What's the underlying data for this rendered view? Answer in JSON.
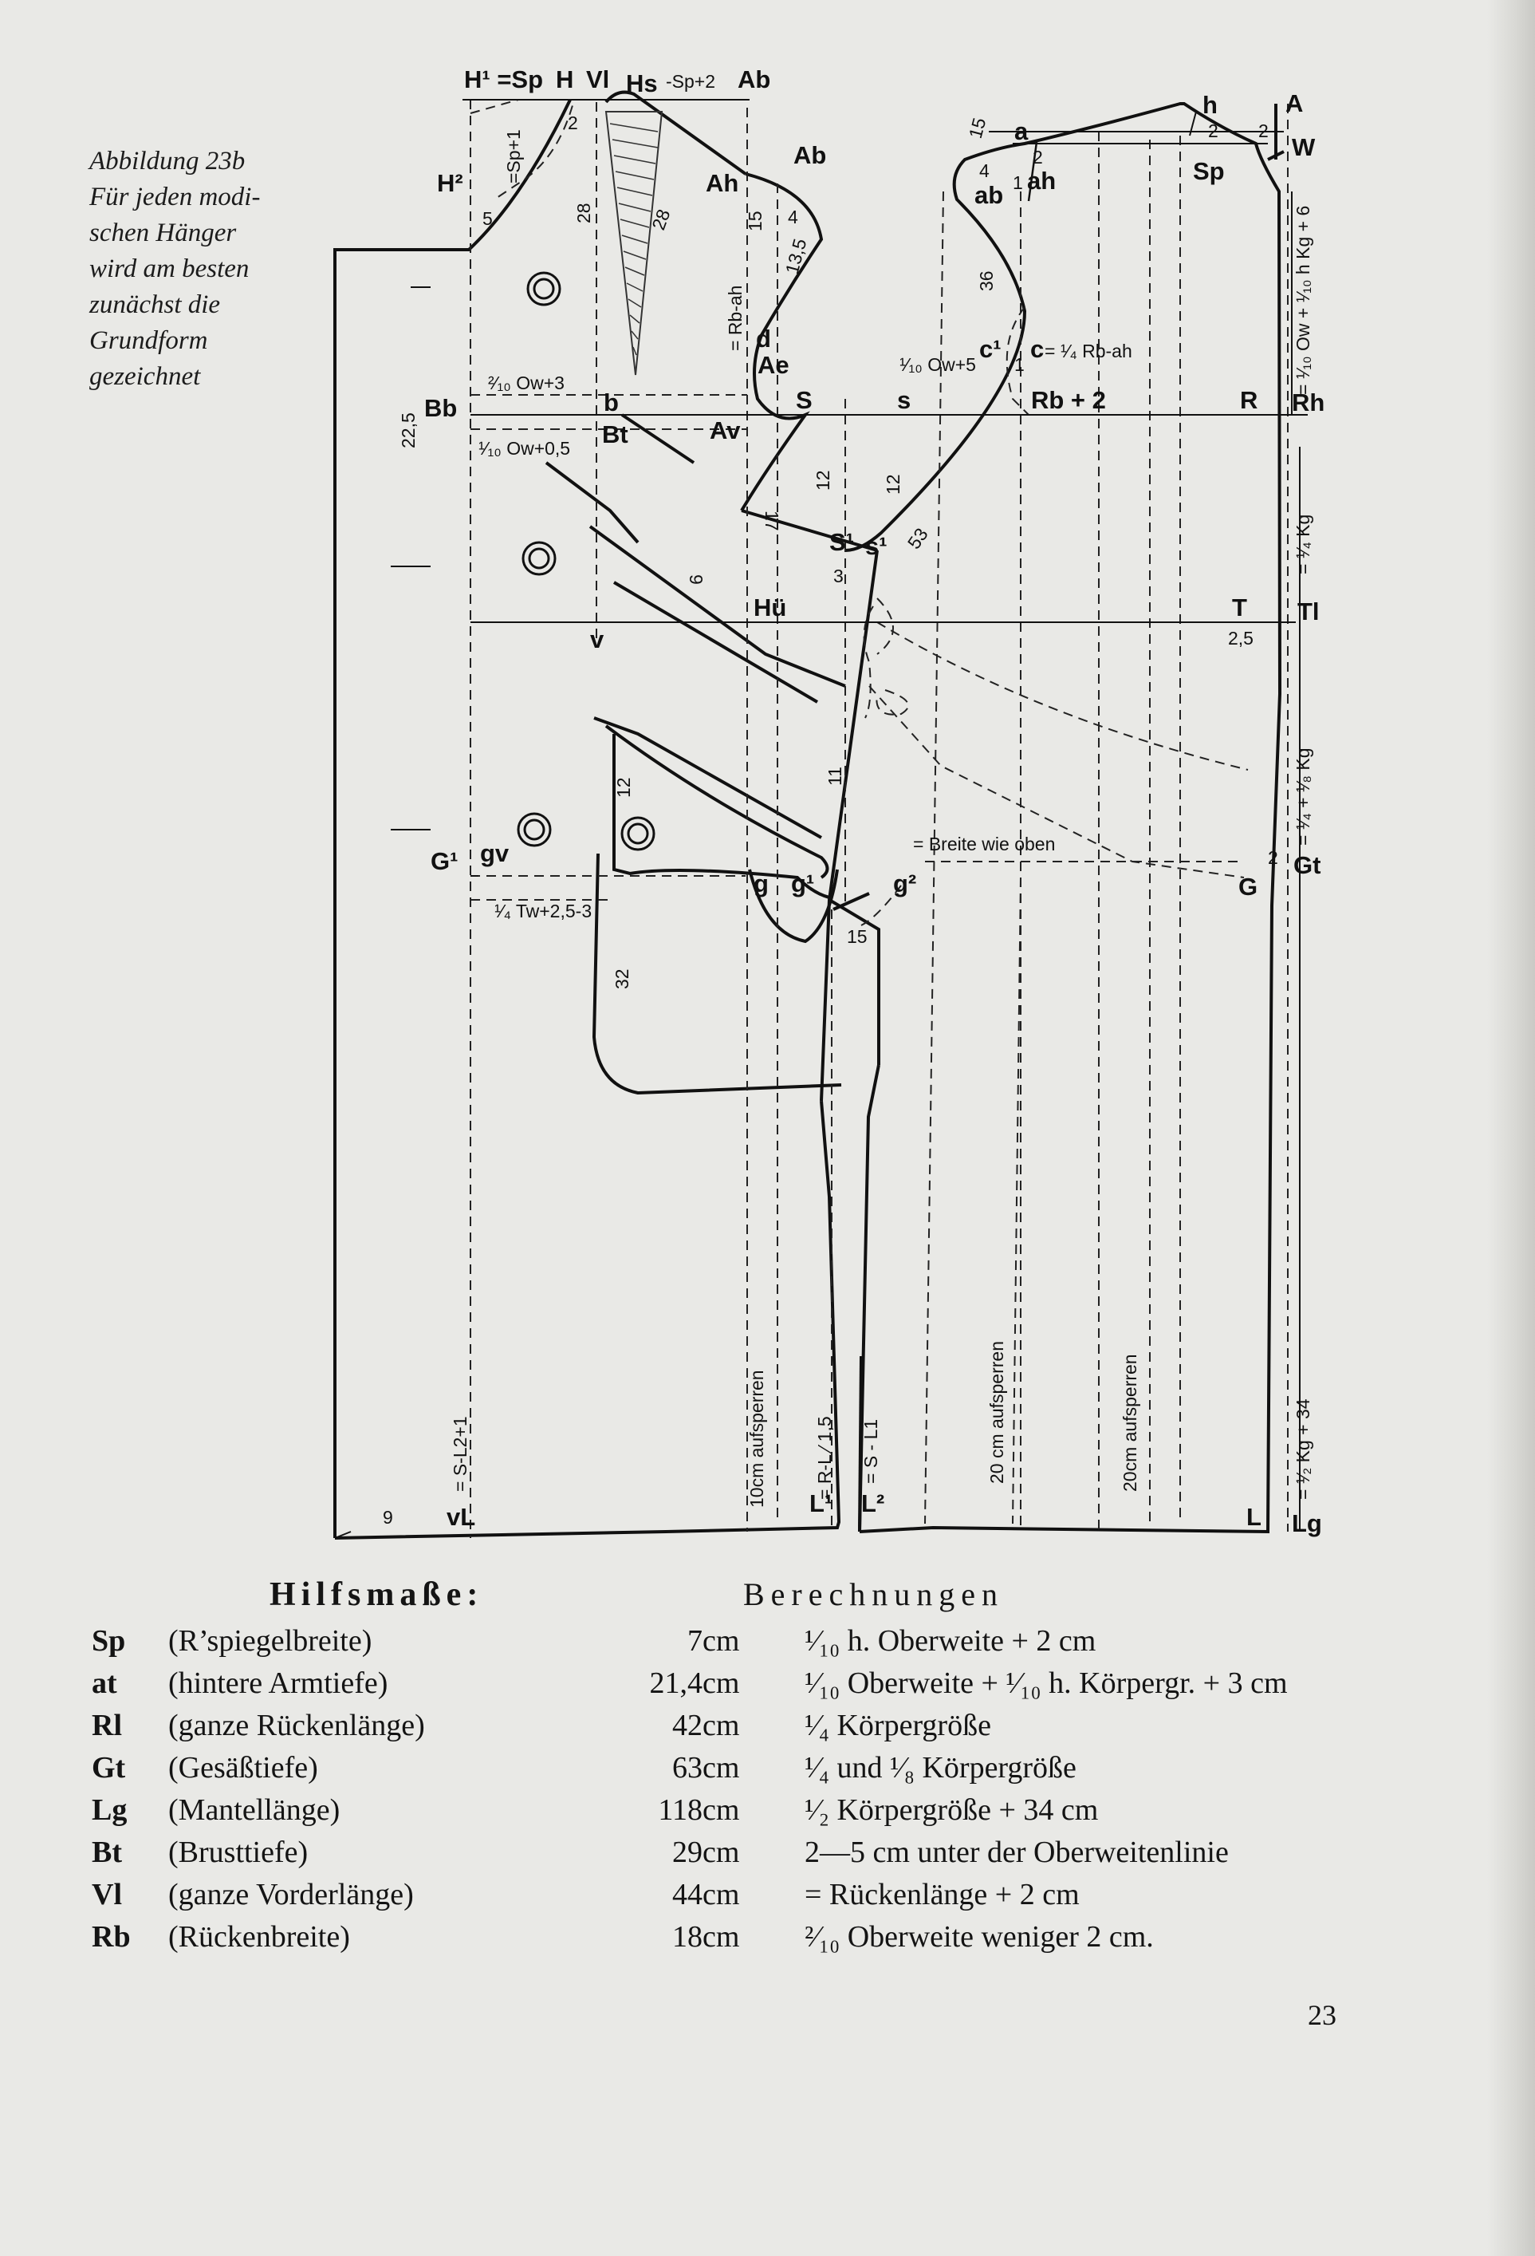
{
  "caption": {
    "title": "Abbildung 23b",
    "lines": [
      "Für jeden modi-",
      "schen Hänger",
      "wird am besten",
      "zunächst die",
      "Grundform",
      "gezeichnet"
    ]
  },
  "pattern_labels": {
    "H1": "H¹ =Sp",
    "H": "H",
    "Vl": "Vl",
    "Hs": "Hs",
    "hs_formula": "-Sp+2",
    "Ab_top": "Ab",
    "Ab": "Ab",
    "Ah": "Ah",
    "H2": "H²",
    "sp1": "=Sp+1",
    "n5": "5",
    "n2": "2",
    "n28a": "28",
    "n28b": "28",
    "n15": "15",
    "n4": "4",
    "n135": "13,5",
    "rb_ah": "= Rb-ah",
    "d": "d",
    "Ae": "Ae",
    "S": "S",
    "s": "s",
    "ow10_5": "¹⁄₁₀ Ow+5",
    "c1": "c¹",
    "c": "c",
    "c_formula": "= ¹⁄₄ Rb-ah",
    "n36": "36",
    "n15b": "15",
    "a": "a",
    "ab": "ab",
    "ah": "ah",
    "n4b": "4",
    "n2b": "2",
    "n1": "1",
    "n1b": "1",
    "h": "h",
    "A": "A",
    "W": "W",
    "Sp": "Sp",
    "n2c": "2",
    "n2d": "2",
    "w_formula": "= ¹⁄₁₀ Ow + ¹⁄₁₀ h Kg + 6",
    "R": "R",
    "Rh": "Rh",
    "Rb2": "Rb + 2",
    "Bb": "Bb",
    "b": "b",
    "Bt": "Bt",
    "Av": "Av",
    "n225": "22,5",
    "ow_2_10": "²⁄₁₀ Ow+3",
    "ow_1_10": "¹⁄₁₀ Ow+0,5",
    "S1": "S¹",
    "s1": "s¹",
    "n12a": "12",
    "n12b": "12",
    "n17": "17",
    "n53": "53",
    "n3": "3",
    "n9": "9",
    "Hu": "Hü",
    "v": "v",
    "T": "T",
    "Tl": "Tl",
    "n25": "2,5",
    "kg14": "= ¹⁄₄ Kg",
    "n11": "11",
    "n12c": "12",
    "breite": "= Breite wie oben",
    "G1": "G¹",
    "gv": "gv",
    "tw": "¹⁄₄ Tw+2,5-3",
    "g": "g",
    "g1": "g¹",
    "g2": "g²",
    "G": "G",
    "Gt": "Gt",
    "n2e": "2",
    "kg_gt": "= ¹⁄₄ + ¹⁄₈ Kg",
    "n15c": "15",
    "n32": "32",
    "ten_cm": "10cm aufsperren",
    "rl15": "= R-L ⁄ 1,5",
    "sl1": "= S - L1",
    "twenty_a": "20 cm aufsperren",
    "twenty_b": "20cm aufsperren",
    "sl2": "= S-L2+1",
    "kg34": "= ¹⁄₂ Kg + 34",
    "n9b": "9",
    "vL": "vL",
    "L1": "L¹",
    "L2": "L²",
    "L": "L",
    "Lg": "Lg"
  },
  "measures_heading": "Hilfsmaße:",
  "calc_heading": "Berechnungen",
  "measures": [
    {
      "abbr": "Sp",
      "desc": "(R’spiegelbreite)",
      "value": "7",
      "unit": "cm",
      "calc": "¹⁄₁₀ h. Oberweite + 2 cm"
    },
    {
      "abbr": "at",
      "desc": "(hintere Armtiefe)",
      "value": "21,4",
      "unit": "cm",
      "calc": "¹⁄₁₀ Oberweite + ¹⁄₁₀ h. Körpergr. + 3 cm"
    },
    {
      "abbr": "Rl",
      "desc": "(ganze Rückenlänge)",
      "value": "42",
      "unit": "cm",
      "calc": "¹⁄₄ Körpergröße"
    },
    {
      "abbr": "Gt",
      "desc": "(Gesäßtiefe)",
      "value": "63",
      "unit": "cm",
      "calc": "¹⁄₄ und ¹⁄₈ Körpergröße"
    },
    {
      "abbr": "Lg",
      "desc": "(Mantellänge)",
      "value": "118",
      "unit": "cm",
      "calc": "¹⁄₂ Körpergröße + 34 cm"
    },
    {
      "abbr": "Bt",
      "desc": "(Brusttiefe)",
      "value": "29",
      "unit": "cm",
      "calc": "2—5 cm unter der Oberweitenlinie"
    },
    {
      "abbr": "Vl",
      "desc": "(ganze Vorderlänge)",
      "value": "44",
      "unit": "cm",
      "calc": "= Rückenlänge + 2 cm"
    },
    {
      "abbr": "Rb",
      "desc": "(Rückenbreite)",
      "value": "18",
      "unit": "cm",
      "calc": "²⁄₁₀ Oberweite weniger 2 cm."
    }
  ],
  "page_number": "23"
}
